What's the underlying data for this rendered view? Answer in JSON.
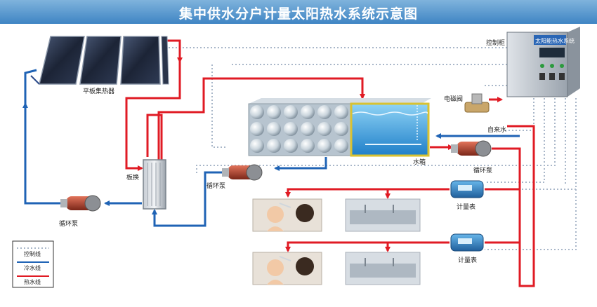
{
  "title": "集中供水分户计量太阳热水系统示意图",
  "labels": {
    "collector": "平板集热器",
    "control_cabinet": "控制柜",
    "cabinet_plate": "太阳能热水系统",
    "solenoid_valve": "电磁阀",
    "tap_water": "自来水",
    "tank": "水箱",
    "pump_tank": "循环泵",
    "exchanger": "板换",
    "pump_mid": "循环泵",
    "pump_left": "循环泵",
    "meter_upper": "计量表",
    "meter_lower": "计量表"
  },
  "legend": {
    "control": "控制线",
    "cold": "冷水线",
    "hot": "热水线"
  },
  "colors": {
    "hot": "#e01b24",
    "cold": "#1f63b5",
    "control": "#a9b7c9"
  }
}
